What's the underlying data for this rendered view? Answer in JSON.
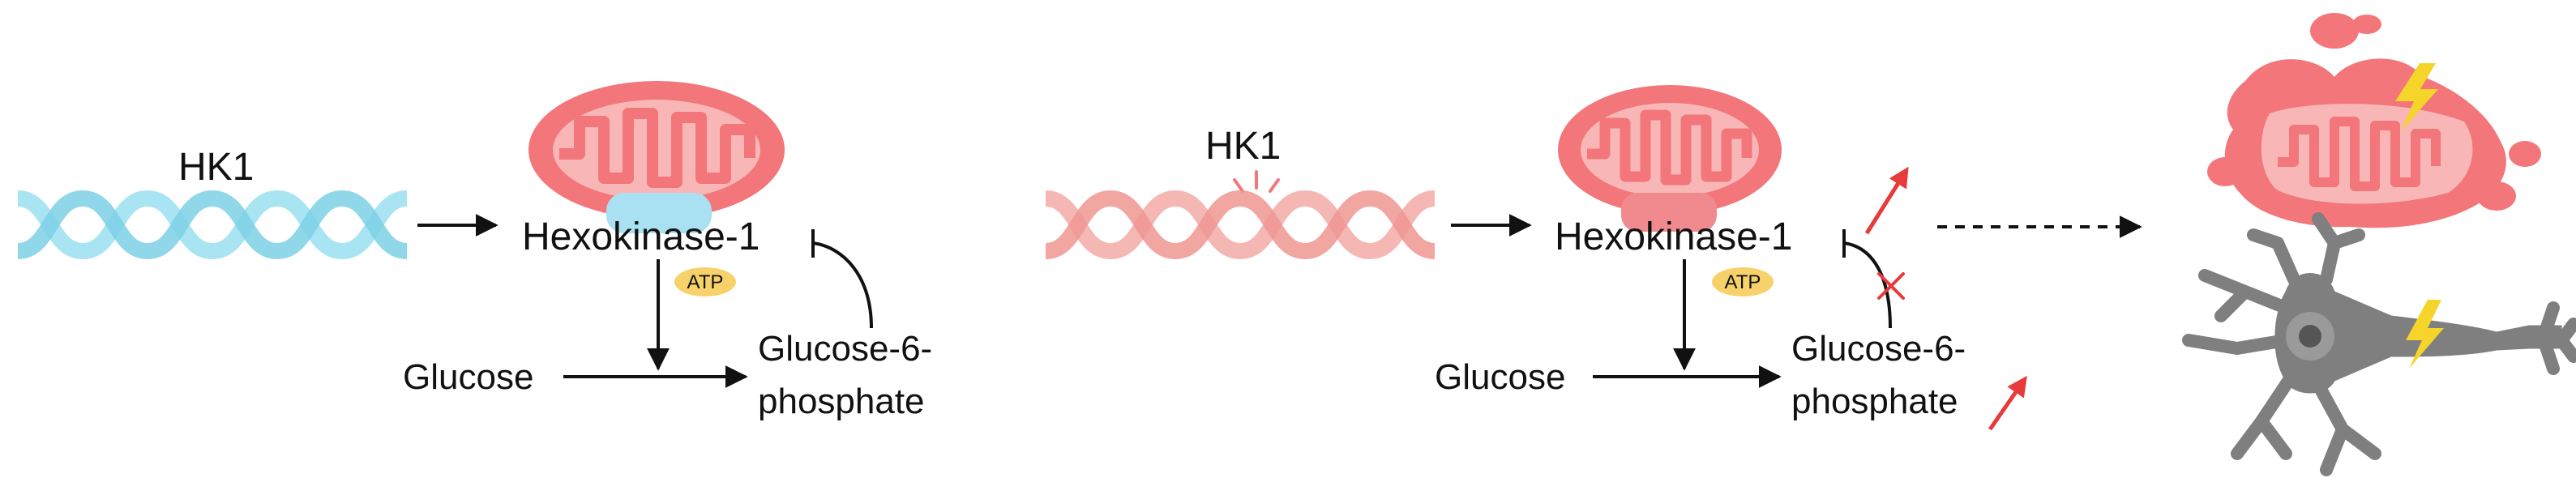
{
  "panel_normal": {
    "gene_label": "HK1",
    "enzyme_label": "Hexokinase-1",
    "cofactor_label": "ATP",
    "substrate_label": "Glucose",
    "product_label_line1": "Glucose-6-",
    "product_label_line2": "phosphate"
  },
  "panel_mutant": {
    "gene_label": "HK1",
    "enzyme_label": "Hexokinase-1",
    "cofactor_label": "ATP",
    "substrate_label": "Glucose",
    "product_label_line1": "Glucose-6-",
    "product_label_line2": "phosphate"
  },
  "colors": {
    "normal_dna": "#a9e4f3",
    "normal_dna_dark": "#7dd0e6",
    "mutant_dna": "#f5b7b3",
    "mutant_dna_dark": "#ee9692",
    "mitochondria": "#f2767a",
    "mitochondria_inner": "#f8b7b6",
    "hexokinase_normal": "#a9e1f2",
    "hexokinase_mutant": "#f08a8e",
    "atp_badge": "#f7d26b",
    "increase_arrow": "#e73a3a",
    "neuron": "#7f7f7f",
    "lightning": "#f5d52a"
  },
  "icons": {
    "gene_normal": "dna-helix-icon",
    "gene_mutant": "mutated-dna-helix-icon",
    "organelle": "mitochondrion-icon",
    "damaged_organelle": "damaged-mitochondrion-icon",
    "cell": "neuron-icon",
    "damage": "lightning-icon"
  }
}
